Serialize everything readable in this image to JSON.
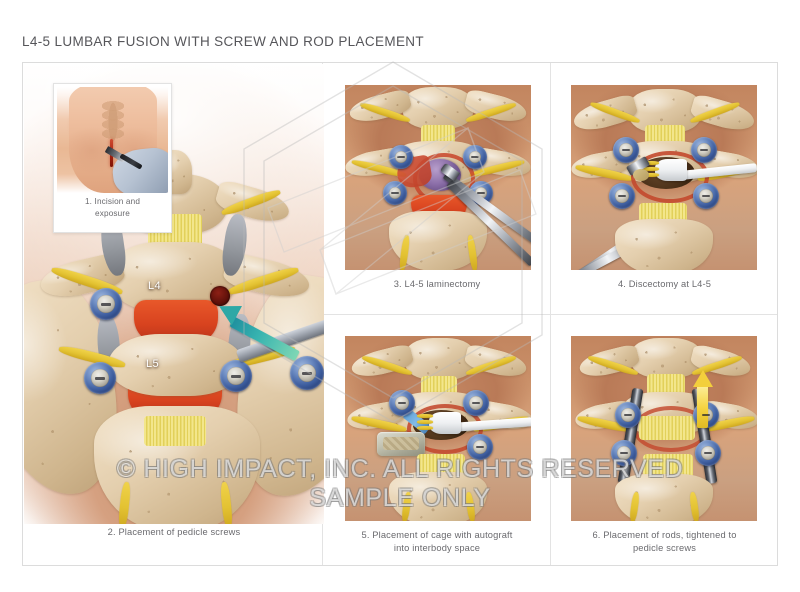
{
  "plate": {
    "title": "L4-5 LUMBAR FUSION WITH SCREW AND ROD PLACEMENT",
    "title_color": "#56565a",
    "frame_color": "#dcdcdc",
    "background": "#ffffff"
  },
  "watermark": {
    "line1": "© HIGH IMPACT, INC. ALL RIGHTS RESERVED",
    "line2": "SAMPLE ONLY",
    "logo_shape": "hexagon-with-z-monogram"
  },
  "panels": [
    {
      "number": "1",
      "caption": "1. Incision and exposure",
      "caption_line1": "1. Incision and",
      "caption_line2": "exposure",
      "scene": "posterior-lower-back-skin-with-scalpel-incision",
      "elements": [
        "skin-back",
        "midline-incision",
        "gloved-hand",
        "scalpel"
      ]
    },
    {
      "number": "2",
      "caption": "2. Placement of pedicle screws",
      "scene": "posterior-lumbar-spine-pedicle-screw-placement",
      "labels": [
        "L4",
        "L5"
      ],
      "elements": [
        "vertebra-L3",
        "vertebra-L4",
        "vertebra-L5",
        "sacrum",
        "nerve-roots",
        "pedicle-screws",
        "screwdriver",
        "teal-arrow"
      ]
    },
    {
      "number": "3",
      "caption": "3. L4-5 laminectomy",
      "scene": "laminectomy-with-kerrison-rongeur",
      "elements": [
        "lamina-removal",
        "kerrison-rongeur",
        "dural-sac",
        "pedicle-screws"
      ]
    },
    {
      "number": "4",
      "caption": "4. Discectomy at L4-5",
      "scene": "discectomy-with-pituitary-rongeur-and-nerve-retractor",
      "elements": [
        "pituitary-rongeur",
        "nerve-root-retractor",
        "disc-space",
        "pedicle-screws"
      ]
    },
    {
      "number": "5",
      "caption": "5. Placement of cage with autograft into interbody space",
      "caption_line1": "5. Placement of cage with autograft",
      "caption_line2": "into interbody space",
      "scene": "interbody-cage-insertion",
      "elements": [
        "interbody-cage",
        "autograft",
        "inserter",
        "nerve-retractor",
        "pedicle-screws"
      ]
    },
    {
      "number": "6",
      "caption": "6. Placement of rods, tightened to pedicle screws",
      "caption_line1": "6. Placement of rods, tightened to",
      "caption_line2": "pedicle screws",
      "scene": "bilateral-rod-placement",
      "elements": [
        "left-rod",
        "right-rod",
        "pedicle-screws",
        "yellow-arrow"
      ]
    }
  ],
  "colors": {
    "bone": "#e4cfae",
    "nerve_yellow": "#e3c232",
    "disc_red": "#d8431f",
    "screw_blue": "#3f5fa0",
    "tissue_pink": "#c98f68",
    "rod_steel": "#555a63",
    "arrow_teal": "#37b3b0",
    "arrow_yellow": "#f5d340",
    "cage_grey": "#b7b8a8"
  }
}
